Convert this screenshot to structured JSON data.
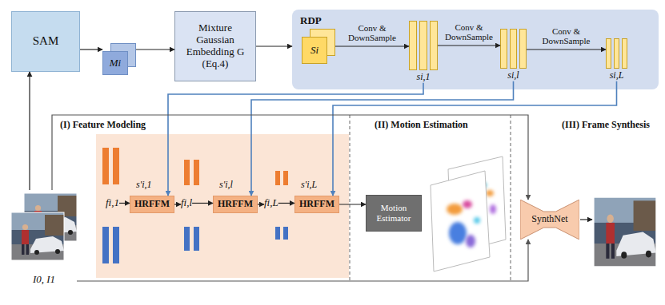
{
  "diagram": {
    "nodes": [
      {
        "text": [
          "SAM"
        ]
      },
      {
        "text": [
          "Mi"
        ]
      },
      {
        "text": [
          "Mixture Gaussian Embedding G (Eq.4)"
        ]
      },
      {
        "text": [
          "RDP"
        ]
      },
      {
        "text": [
          "Si"
        ],
        "in": 3
      },
      {
        "text": [
          "si,1"
        ],
        "in": 3
      },
      {
        "text": [
          "si,l"
        ],
        "in": 3
      },
      {
        "text": [
          "si,L"
        ],
        "in": 3
      },
      {
        "text": [
          "I0, I1"
        ]
      },
      {
        "text": [
          "fi,1"
        ]
      },
      {
        "text": [
          "HRFFM"
        ]
      },
      {
        "text": [
          "fi,l"
        ]
      },
      {
        "text": [
          "HRFFM"
        ]
      },
      {
        "text": [
          "fi,L"
        ]
      },
      {
        "text": [
          "HRFFM"
        ]
      },
      {
        "text": [
          "Motion Estimator"
        ]
      },
      {
        "text": [
          "SynthNet"
        ]
      }
    ],
    "edges": [
      {
        "from": 8,
        "to": 0,
        "arrow": "to"
      },
      {
        "from": 0,
        "to": 1,
        "arrow": "to"
      },
      {
        "from": 1,
        "to": 2,
        "arrow": "to"
      },
      {
        "from": 2,
        "to": 3,
        "arrow": "to"
      },
      {
        "from": 4,
        "to": 5,
        "label": "Conv & DownSample",
        "arrow": "to"
      },
      {
        "from": 5,
        "to": 6,
        "label": "Conv & DownSample",
        "arrow": "to"
      },
      {
        "from": 6,
        "to": 7,
        "label": "Conv & DownSample",
        "arrow": "to"
      },
      {
        "from": 5,
        "to": 10,
        "arrow": "to"
      },
      {
        "from": 6,
        "to": 12,
        "arrow": "to"
      },
      {
        "from": 7,
        "to": 14,
        "arrow": "to"
      },
      {
        "from": 9,
        "to": 10,
        "arrow": "to"
      },
      {
        "from": 10,
        "to": 11,
        "arrow": "to"
      },
      {
        "from": 11,
        "to": 12,
        "arrow": "to"
      },
      {
        "from": 12,
        "to": 13,
        "arrow": "to"
      },
      {
        "from": 13,
        "to": 14,
        "arrow": "to"
      },
      {
        "from": 14,
        "to": 15,
        "arrow": "to"
      },
      {
        "from": 8,
        "to": 16,
        "arrow": "to"
      },
      {
        "from": 8,
        "to": 16,
        "arrow": "to"
      }
    ],
    "labels": [
      "s'i,1",
      "s'i,l",
      "s'i,L",
      "(I) Feature Modeling",
      "(II) Motion Estimation",
      "(III) Frame Synthesis"
    ]
  }
}
